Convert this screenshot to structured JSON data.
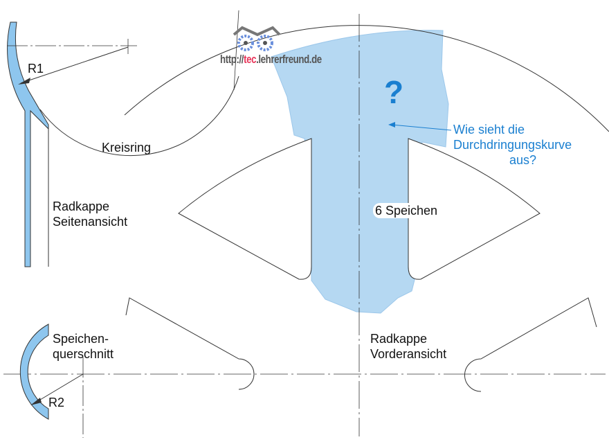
{
  "logo": {
    "prefix": "http://",
    "highlight": "tec",
    "suffix": ".lehrerfreund.de"
  },
  "labels": {
    "r1": "R1",
    "r2": "R2",
    "kreisring": "Kreisring",
    "side_view_1": "Radkappe",
    "side_view_2": "Seitenansicht",
    "spokes": "6 Speichen",
    "cross_section_1": "Speichen-",
    "cross_section_2": "querschnitt",
    "front_view_1": "Radkappe",
    "front_view_2": "Vorderansicht",
    "question_mark": "?",
    "question_1": "Wie sieht die",
    "question_2": "Durchdringungskurve",
    "question_3": "aus?"
  },
  "colors": {
    "fill_blue": "#b5d8f2",
    "accent_blue": "#1a7fd0",
    "line": "#333333"
  }
}
